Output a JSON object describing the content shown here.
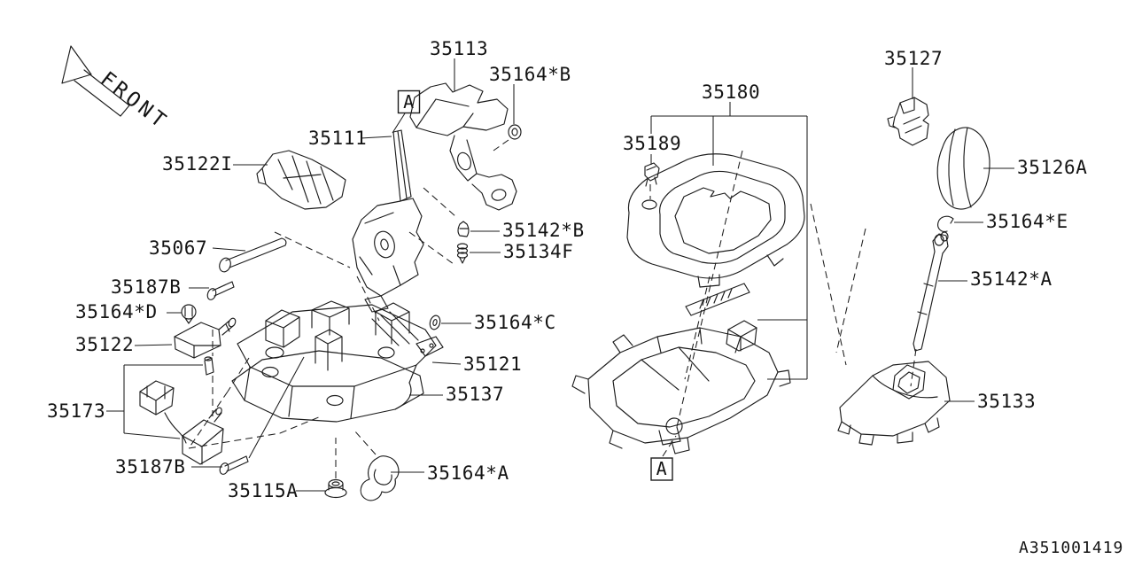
{
  "diagram": {
    "front_label": "FRONT",
    "drawing_id": "A351001419",
    "section_marker": "A",
    "line_color": "#1c1c1c",
    "background_color": "#ffffff"
  },
  "labels": [
    {
      "part": "35113",
      "text": "35113"
    },
    {
      "part": "35164*B",
      "text": "35164*B"
    },
    {
      "part": "35111",
      "text": "35111"
    },
    {
      "part": "35122I",
      "text": "35122I"
    },
    {
      "part": "35067",
      "text": "35067"
    },
    {
      "part": "35187B",
      "text": "35187B"
    },
    {
      "part": "35164*D",
      "text": "35164*D"
    },
    {
      "part": "35122",
      "text": "35122"
    },
    {
      "part": "35173",
      "text": "35173"
    },
    {
      "part": "35187B",
      "text": "35187B"
    },
    {
      "part": "35115A",
      "text": "35115A"
    },
    {
      "part": "35164*A",
      "text": "35164*A"
    },
    {
      "part": "35142*B",
      "text": "35142*B"
    },
    {
      "part": "35134F",
      "text": "35134F"
    },
    {
      "part": "35164*C",
      "text": "35164*C"
    },
    {
      "part": "35121",
      "text": "35121"
    },
    {
      "part": "35137",
      "text": "35137"
    },
    {
      "part": "35180",
      "text": "35180"
    },
    {
      "part": "35189",
      "text": "35189"
    },
    {
      "part": "35127",
      "text": "35127"
    },
    {
      "part": "35126A",
      "text": "35126A"
    },
    {
      "part": "35164*E",
      "text": "35164*E"
    },
    {
      "part": "35142*A",
      "text": "35142*A"
    },
    {
      "part": "35133",
      "text": "35133"
    }
  ]
}
